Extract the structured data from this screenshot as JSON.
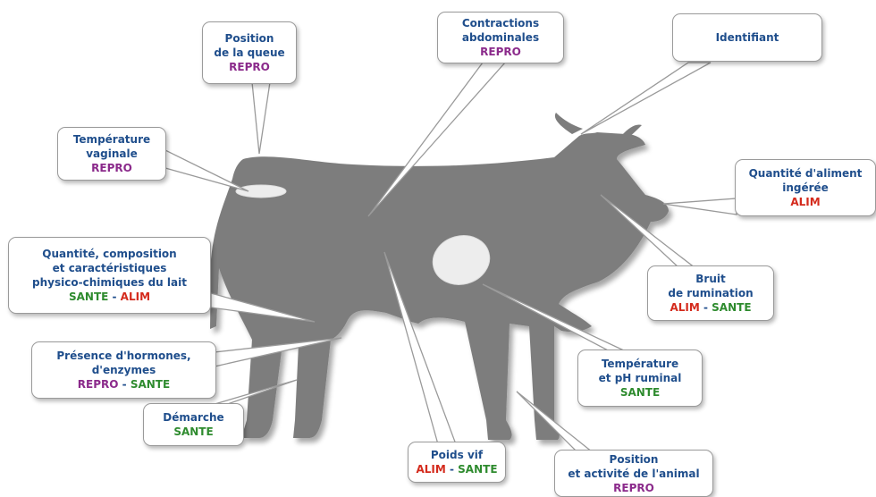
{
  "colors": {
    "cow": "#7d7d7d",
    "label_text": "#1f4e8c",
    "REPRO": "#8b2a8b",
    "ALIM": "#d42a1c",
    "SANTE": "#2e8b2e"
  },
  "tag_separator": "-",
  "callouts": {
    "position_queue": {
      "lines": [
        "Position",
        "de la queue"
      ],
      "tags": [
        "REPRO"
      ]
    },
    "contractions": {
      "lines": [
        "Contractions",
        "abdominales"
      ],
      "tags": [
        "REPRO"
      ]
    },
    "identifiant": {
      "lines": [
        "Identifiant"
      ],
      "tags": []
    },
    "temperature_vaginale": {
      "lines": [
        "Température",
        "vaginale"
      ],
      "tags": [
        "REPRO"
      ]
    },
    "quantite_aliment": {
      "lines": [
        "Quantité d'aliment",
        "ingérée"
      ],
      "tags": [
        "ALIM"
      ]
    },
    "lait": {
      "lines": [
        "Quantité,  composition",
        "et caractéristiques",
        "physico-chimiques du lait"
      ],
      "tags": [
        "SANTE",
        "ALIM"
      ]
    },
    "bruit_rumination": {
      "lines": [
        "Bruit",
        "de rumination"
      ],
      "tags": [
        "ALIM",
        "SANTE"
      ]
    },
    "hormones": {
      "lines": [
        "Présence d'hormones,",
        "d'enzymes"
      ],
      "tags": [
        "REPRO",
        "SANTE"
      ]
    },
    "temperature_ph": {
      "lines": [
        "Température",
        "et pH ruminal"
      ],
      "tags": [
        "SANTE"
      ]
    },
    "demarche": {
      "lines": [
        "Démarche"
      ],
      "tags": [
        "SANTE"
      ]
    },
    "poids_vif": {
      "lines": [
        "Poids vif"
      ],
      "tags": [
        "ALIM",
        "SANTE"
      ]
    },
    "position_activite": {
      "lines": [
        "Position",
        "et activité de l'animal"
      ],
      "tags": [
        "REPRO"
      ]
    }
  }
}
